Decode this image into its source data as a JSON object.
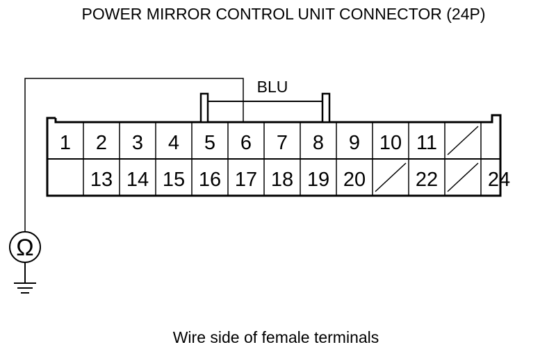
{
  "title": "POWER MIRROR CONTROL UNIT CONNECTOR (24P)",
  "caption": "Wire side of female terminals",
  "wire_color": "BLU",
  "meter_symbol": "Ω",
  "connector": {
    "row1": [
      "1",
      "2",
      "3",
      "4",
      "5",
      "6",
      "7",
      "8",
      "9",
      "10",
      "11",
      "",
      ""
    ],
    "row2": [
      "",
      "13",
      "14",
      "15",
      "16",
      "17",
      "18",
      "19",
      "20",
      "",
      "22",
      "",
      "24"
    ]
  },
  "colors": {
    "line": "#000000",
    "background": "#ffffff"
  }
}
